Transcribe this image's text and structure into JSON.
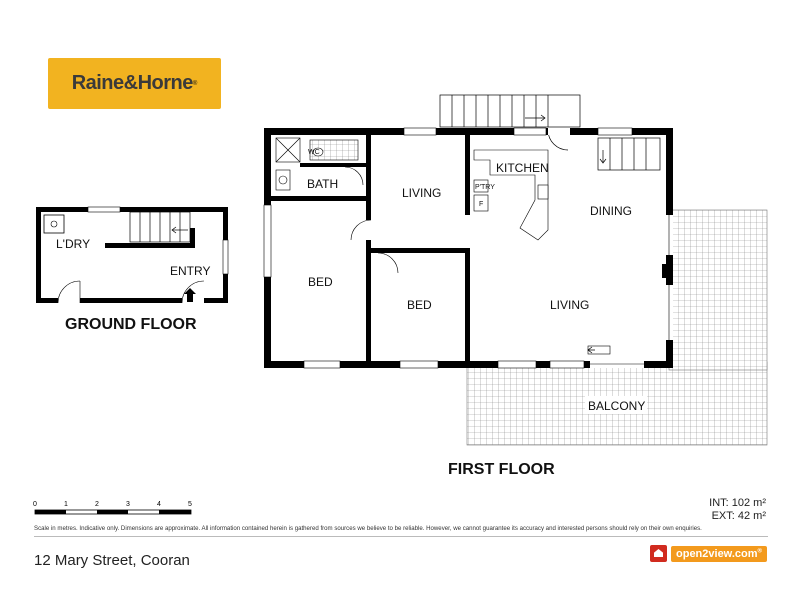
{
  "brand": {
    "name": "Raine&Horne",
    "trademark": "®"
  },
  "ground_floor": {
    "title": "GROUND FLOOR",
    "rooms": [
      "L'DRY",
      "ENTRY"
    ]
  },
  "first_floor": {
    "title": "FIRST FLOOR",
    "rooms": {
      "wc": "WC",
      "bath": "BATH",
      "living_small": "LIVING",
      "kitchen": "KITCHEN",
      "pantry": "P'TRY",
      "fridge": "F",
      "dining": "DINING",
      "bed1": "BED",
      "bed2": "BED",
      "living_main": "LIVING",
      "balcony": "BALCONY"
    }
  },
  "scale": {
    "ticks": [
      "0",
      "1",
      "2",
      "3",
      "4",
      "5"
    ]
  },
  "areas": {
    "internal": "INT: 102 m²",
    "external": "EXT: 42 m²"
  },
  "disclaimer": "Scale in metres. Indicative only. Dimensions are approximate. All information contained herein is gathered from sources we believe to be reliable. However, we cannot guarantee its accuracy and interested persons should rely on their own enquiries.",
  "address": "12 Mary Street, Cooran",
  "open2view": {
    "label": "open2view.com",
    "trademark": "®"
  },
  "colors": {
    "logo_bg": "#f2b320",
    "wall": "#000000",
    "grid": "#888888",
    "o2v_orange": "#f39a1d",
    "o2v_red": "#d12b1f"
  }
}
